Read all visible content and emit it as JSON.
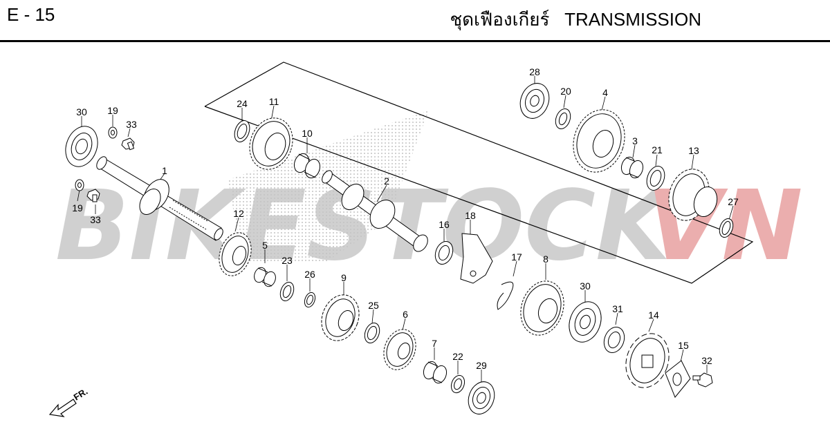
{
  "header": {
    "page_code": "E - 15",
    "title_thai": "ชุดเฟืองเกียร์",
    "title_en": "TRANSMISSION"
  },
  "watermark": {
    "text_main": "BIKESTOCK",
    "text_accent": "VN",
    "main_color": "#c8c8c8",
    "accent_color": "#e8a0a0"
  },
  "direction_indicator": "FR.",
  "part_numbers": [
    "1",
    "2",
    "3",
    "4",
    "5",
    "6",
    "7",
    "8",
    "9",
    "10",
    "11",
    "12",
    "13",
    "14",
    "15",
    "16",
    "17",
    "18",
    "19",
    "19",
    "20",
    "21",
    "22",
    "23",
    "24",
    "25",
    "26",
    "27",
    "28",
    "29",
    "30",
    "30",
    "31",
    "32",
    "33",
    "33"
  ],
  "colors": {
    "line": "#000000",
    "background": "#ffffff"
  }
}
